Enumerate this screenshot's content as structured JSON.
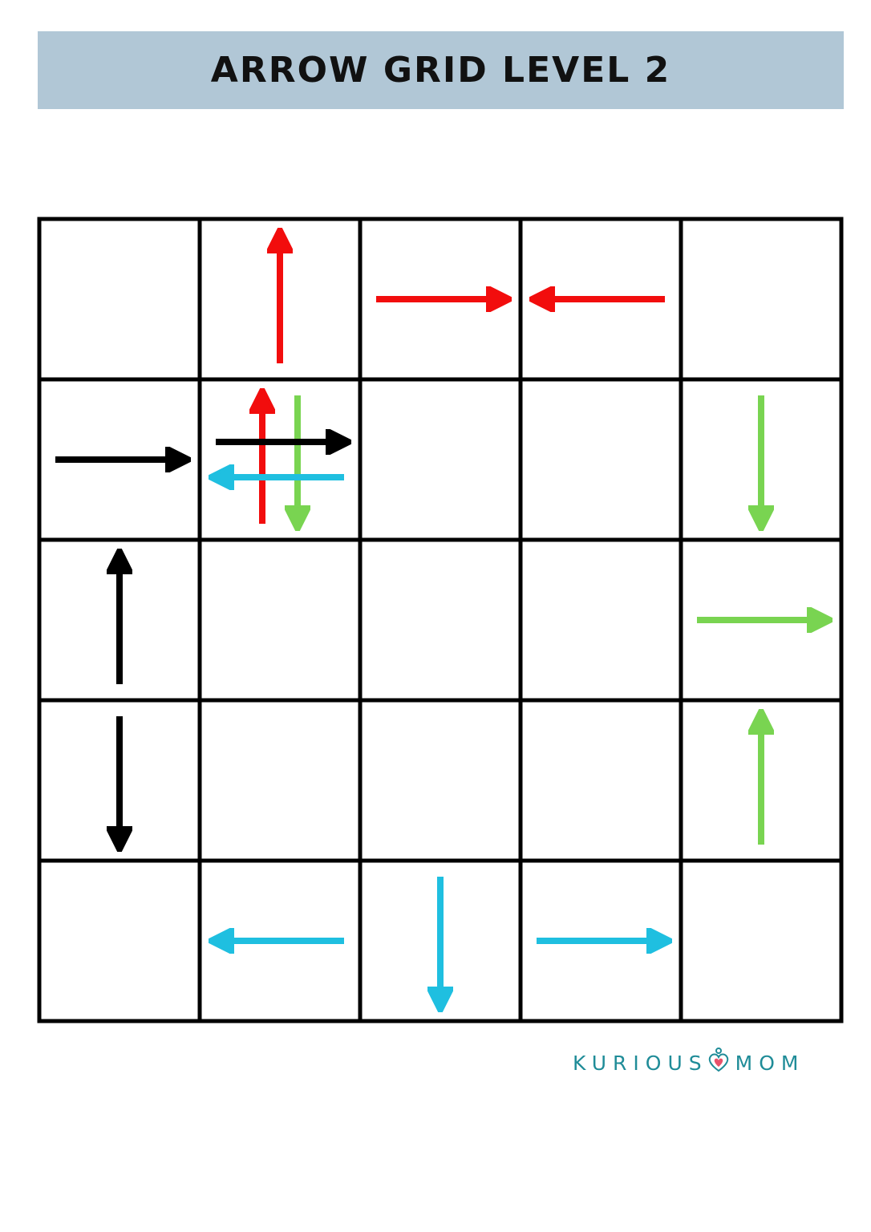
{
  "title": "ARROW GRID LEVEL 2",
  "grid": {
    "rows": 5,
    "cols": 5
  },
  "colors": {
    "banner": "#b1c7d6",
    "grid_line": "#000000",
    "red": "#f20d0d",
    "green": "#79d451",
    "blue": "#1fbfe0",
    "black": "#000000",
    "brand": "#1f8c98",
    "brand_heart": "#e8526b"
  },
  "arrows": [
    {
      "row": 0,
      "col": 1,
      "direction": "up",
      "color": "red"
    },
    {
      "row": 0,
      "col": 2,
      "direction": "right",
      "color": "red"
    },
    {
      "row": 0,
      "col": 3,
      "direction": "left",
      "color": "red"
    },
    {
      "row": 1,
      "col": 0,
      "direction": "right",
      "color": "black"
    },
    {
      "row": 1,
      "col": 1,
      "direction": "up",
      "color": "red"
    },
    {
      "row": 1,
      "col": 1,
      "direction": "down",
      "color": "green"
    },
    {
      "row": 1,
      "col": 1,
      "direction": "right",
      "color": "black"
    },
    {
      "row": 1,
      "col": 1,
      "direction": "left",
      "color": "blue"
    },
    {
      "row": 1,
      "col": 4,
      "direction": "down",
      "color": "green"
    },
    {
      "row": 2,
      "col": 0,
      "direction": "up",
      "color": "black"
    },
    {
      "row": 2,
      "col": 4,
      "direction": "right",
      "color": "green"
    },
    {
      "row": 3,
      "col": 0,
      "direction": "down",
      "color": "black"
    },
    {
      "row": 3,
      "col": 4,
      "direction": "up",
      "color": "green"
    },
    {
      "row": 4,
      "col": 1,
      "direction": "left",
      "color": "blue"
    },
    {
      "row": 4,
      "col": 2,
      "direction": "down",
      "color": "blue"
    },
    {
      "row": 4,
      "col": 3,
      "direction": "right",
      "color": "blue"
    }
  ],
  "brand": {
    "left": "KURIOUS",
    "right": "MOM",
    "icon": "heart-person-icon"
  }
}
